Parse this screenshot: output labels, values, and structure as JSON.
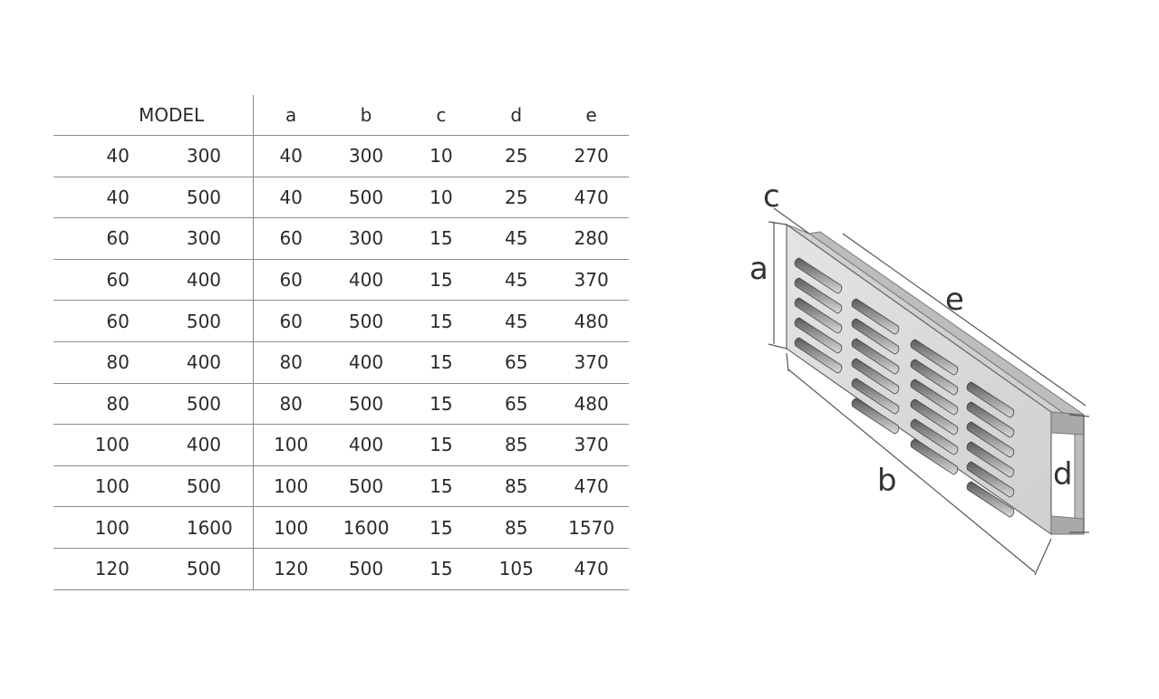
{
  "table": {
    "header": {
      "model": "MODEL",
      "cols": [
        "a",
        "b",
        "c",
        "d",
        "e"
      ]
    },
    "rows": [
      {
        "m1": "40",
        "m2": "300",
        "a": "40",
        "b": "300",
        "c": "10",
        "d": "25",
        "e": "270"
      },
      {
        "m1": "40",
        "m2": "500",
        "a": "40",
        "b": "500",
        "c": "10",
        "d": "25",
        "e": "470"
      },
      {
        "m1": "60",
        "m2": "300",
        "a": "60",
        "b": "300",
        "c": "15",
        "d": "45",
        "e": "280"
      },
      {
        "m1": "60",
        "m2": "400",
        "a": "60",
        "b": "400",
        "c": "15",
        "d": "45",
        "e": "370"
      },
      {
        "m1": "60",
        "m2": "500",
        "a": "60",
        "b": "500",
        "c": "15",
        "d": "45",
        "e": "480"
      },
      {
        "m1": "80",
        "m2": "400",
        "a": "80",
        "b": "400",
        "c": "15",
        "d": "65",
        "e": "370"
      },
      {
        "m1": "80",
        "m2": "500",
        "a": "80",
        "b": "500",
        "c": "15",
        "d": "65",
        "e": "480"
      },
      {
        "m1": "100",
        "m2": "400",
        "a": "100",
        "b": "400",
        "c": "15",
        "d": "85",
        "e": "370"
      },
      {
        "m1": "100",
        "m2": "500",
        "a": "100",
        "b": "500",
        "c": "15",
        "d": "85",
        "e": "470"
      },
      {
        "m1": "100",
        "m2": "1600",
        "a": "100",
        "b": "1600",
        "c": "15",
        "d": "85",
        "e": "1570"
      },
      {
        "m1": "120",
        "m2": "500",
        "a": "120",
        "b": "500",
        "c": "15",
        "d": "105",
        "e": "470"
      }
    ]
  },
  "diagram": {
    "labels": {
      "a": "a",
      "b": "b",
      "c": "c",
      "d": "d",
      "e": "e"
    }
  }
}
